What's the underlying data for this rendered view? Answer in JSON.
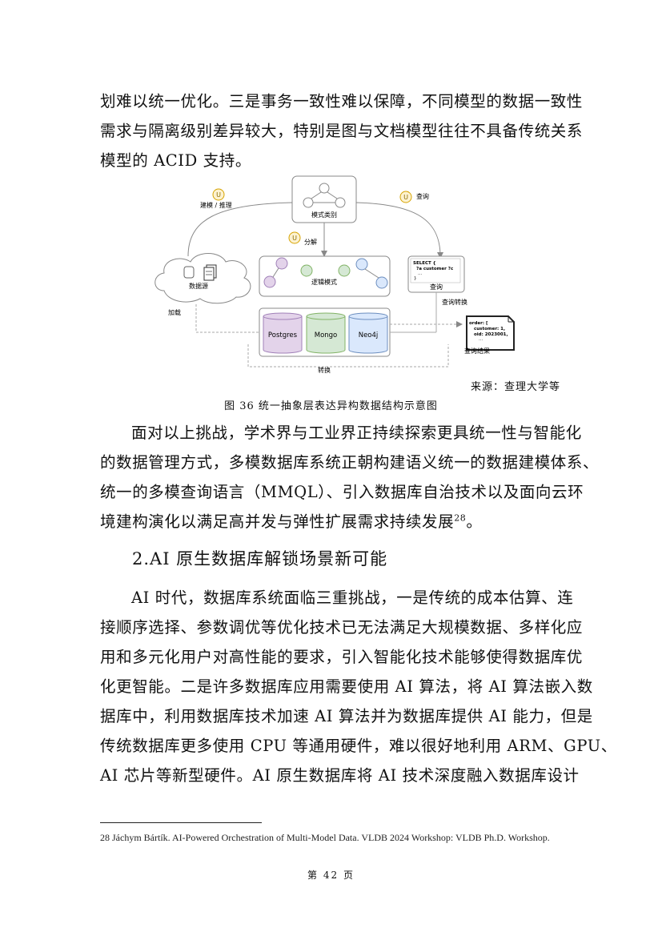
{
  "body": {
    "para1_lines": [
      "划难以统一优化。三是事务一致性难以保障，不同模型的数据一致性",
      "需求与隔离级别差异较大，特别是图与文档模型往往不具备传统关系",
      "模型的 ACID 支持。"
    ],
    "para2_lines": [
      "面对以上挑战，学术界与工业界正持续探索更具统一性与智能化",
      "的数据管理方式，多模数据库系统正朝构建语义统一的数据建模体系、",
      "统一的多模查询语言（MMQL）、引入数据库自治技术以及面向云环",
      "境建构演化以满足高并发与弹性扩展需求持续发展"
    ],
    "para2_footnote_ref": "28",
    "para2_end": "。",
    "heading": "2.AI 原生数据库解锁场景新可能",
    "para3_lines": [
      "AI 时代，数据库系统面临三重挑战，一是传统的成本估算、连",
      "接顺序选择、参数调优等优化技术已无法满足大规模数据、多样化应",
      "用和多元化用户对高性能的要求，引入智能化技术能够使得数据库优",
      "化更智能。二是许多数据库应用需要使用 AI 算法，将 AI 算法嵌入数",
      "据库中，利用数据库技术加速 AI 算法并为数据库提供 AI 能力，但是",
      "传统数据库更多使用 CPU 等通用硬件，难以很好地利用 ARM、GPU、",
      "AI 芯片等新型硬件。AI 原生数据库将 AI 技术深度融入数据库设计"
    ]
  },
  "figure": {
    "source": "来源：查理大学等",
    "caption": "图 36 统一抽象层表达异构数据结构示意图",
    "labels": {
      "model_category": "模式类别",
      "modeling_inference": "建模 / 推理",
      "query": "查询",
      "decompose": "分解",
      "data_source": "数据源",
      "logical_model": "逻辑模式",
      "query_box": "查询",
      "query_convert": "查询转换",
      "load": "加载",
      "convert": "转换",
      "query_result": "查询结果",
      "u_badge": "U"
    },
    "databases": [
      "Postgres",
      "Mongo",
      "Neo4j"
    ],
    "db_colors": [
      "#e3d3ea",
      "#d5e8d4",
      "#dae8fc"
    ],
    "query_code": [
      "SELECT {",
      "?a customer  ?c",
      "...",
      "}"
    ],
    "result_code": [
      "order: [",
      "customer: 1,",
      "oid: 2023001,",
      "..."
    ]
  },
  "footnote": {
    "text": "28  Jáchym Bártík. AI-Powered Orchestration of Multi-Model Data. VLDB 2024 Workshop: VLDB Ph.D. Workshop."
  },
  "page": {
    "number": "第 42 页"
  }
}
